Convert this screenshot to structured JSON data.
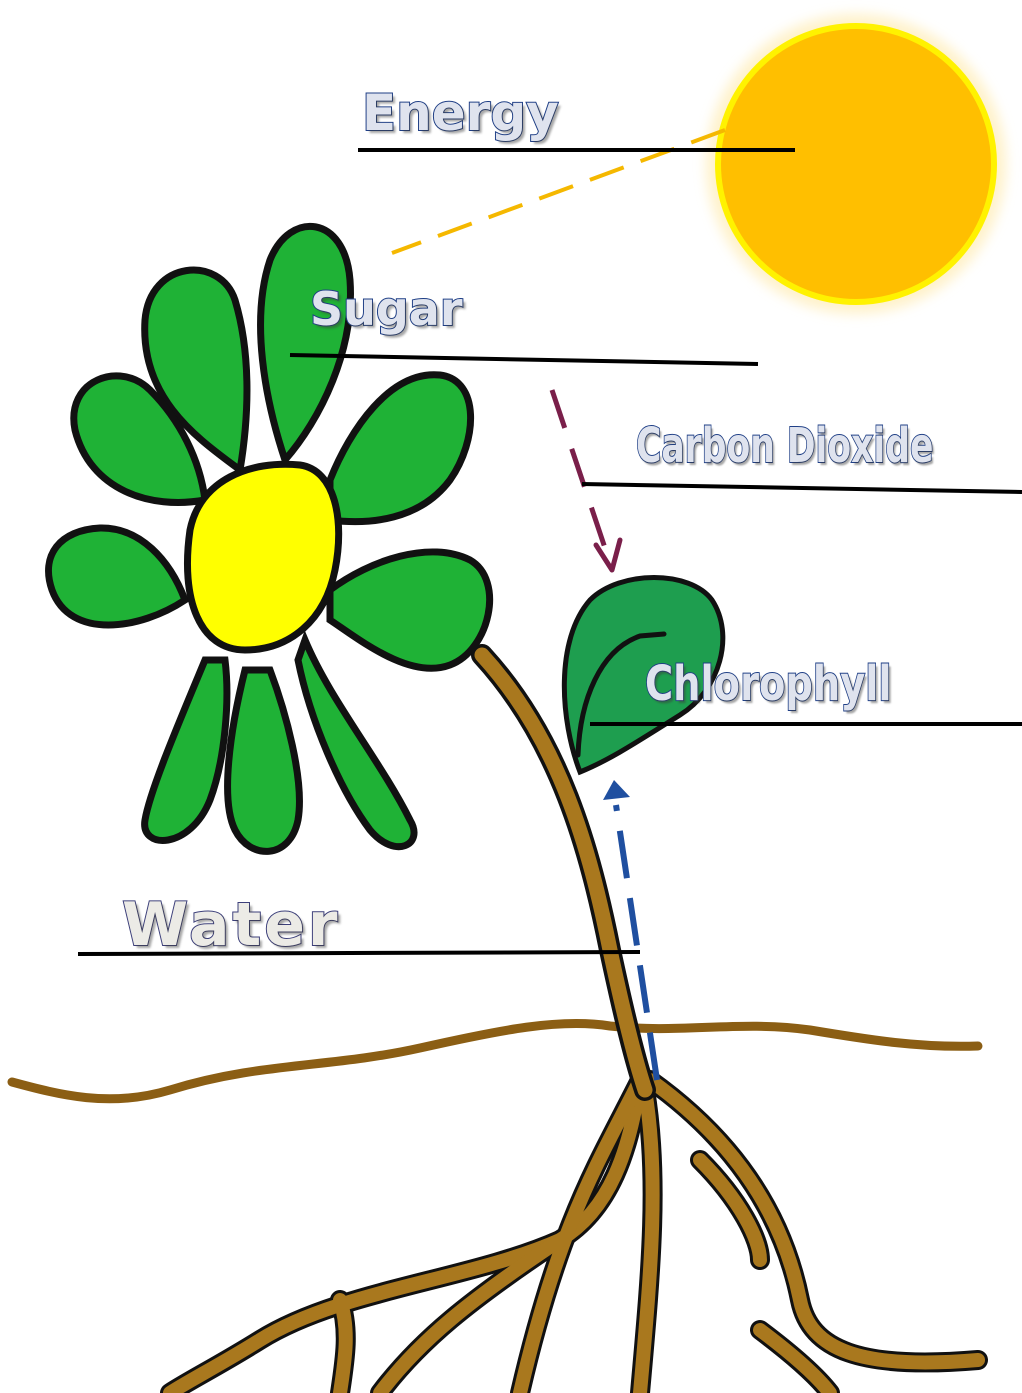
{
  "labels": {
    "energy": "Energy",
    "sugar": "Sugar",
    "carbon_dioxide": "Carbon Dioxide",
    "chlorophyll": "Chlorophyll",
    "water": "Water"
  },
  "colors": {
    "sun_fill": "#ffbf00",
    "sun_rim": "#fff200",
    "petal_green": "#1fb236",
    "flower_center": "#ffff00",
    "leaf_green": "#1e9e4f",
    "stem_brown": "#a9781e",
    "ground_brown": "#8b5e14",
    "label_outline": "#1f3f86",
    "sun_ray": "#f5b800",
    "co2_arrow": "#7a1f4a",
    "water_arrow": "#1f4fa0",
    "leader_line": "#000000"
  }
}
